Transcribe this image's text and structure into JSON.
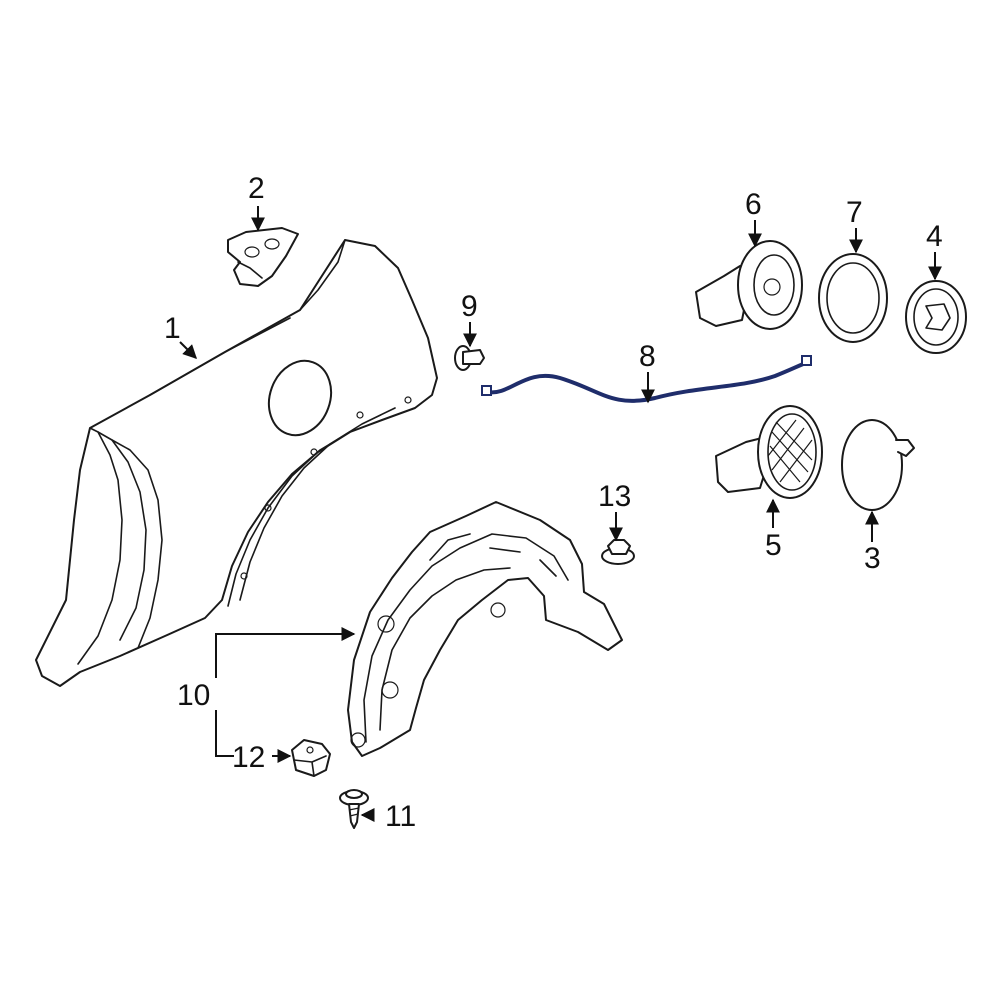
{
  "diagram": {
    "highlight_color": "#1f2d6b",
    "line_color": "#1a1a1a",
    "callouts": {
      "c1": "1",
      "c2": "2",
      "c3": "3",
      "c4": "4",
      "c5": "5",
      "c6": "6",
      "c7": "7",
      "c8": "8",
      "c9": "9",
      "c10": "10",
      "c11": "11",
      "c12": "12",
      "c13": "13"
    }
  }
}
